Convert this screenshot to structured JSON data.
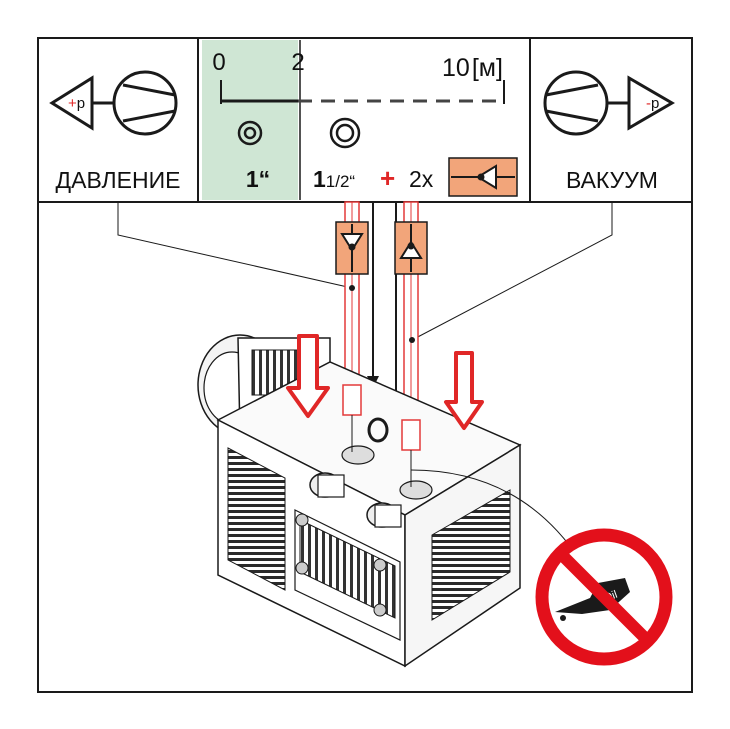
{
  "header": {
    "pressure_label": "ДАВЛЕНИЕ",
    "pressure_symbol": "+p",
    "vacuum_label": "ВАКУУМ",
    "vacuum_symbol": "-p",
    "scale": {
      "start": "0",
      "mid": "2",
      "end": "10",
      "unit": "[м]"
    },
    "short_run_size": "1“",
    "long_run_size_whole": "1",
    "long_run_size_fraction": "1/2“",
    "plus_sign": "+",
    "valve_count": "2x"
  },
  "warning": {
    "oil_text": "Oil"
  },
  "colors": {
    "green_zone": "#cfe6d4",
    "valve_orange": "#f2a57a",
    "arrow_red": "#e02727",
    "pipe_red": "#e33a3a",
    "no_sign_red": "#e3101b",
    "line_dark": "#1a1a1a"
  },
  "icons": [
    "pressure-pump-icon",
    "vacuum-pump-icon",
    "port-1in-icon",
    "port-1-5in-icon",
    "check-valve-icon",
    "no-oil-sign-icon",
    "down-arrow-icon",
    "vacuum-pump-machine"
  ]
}
